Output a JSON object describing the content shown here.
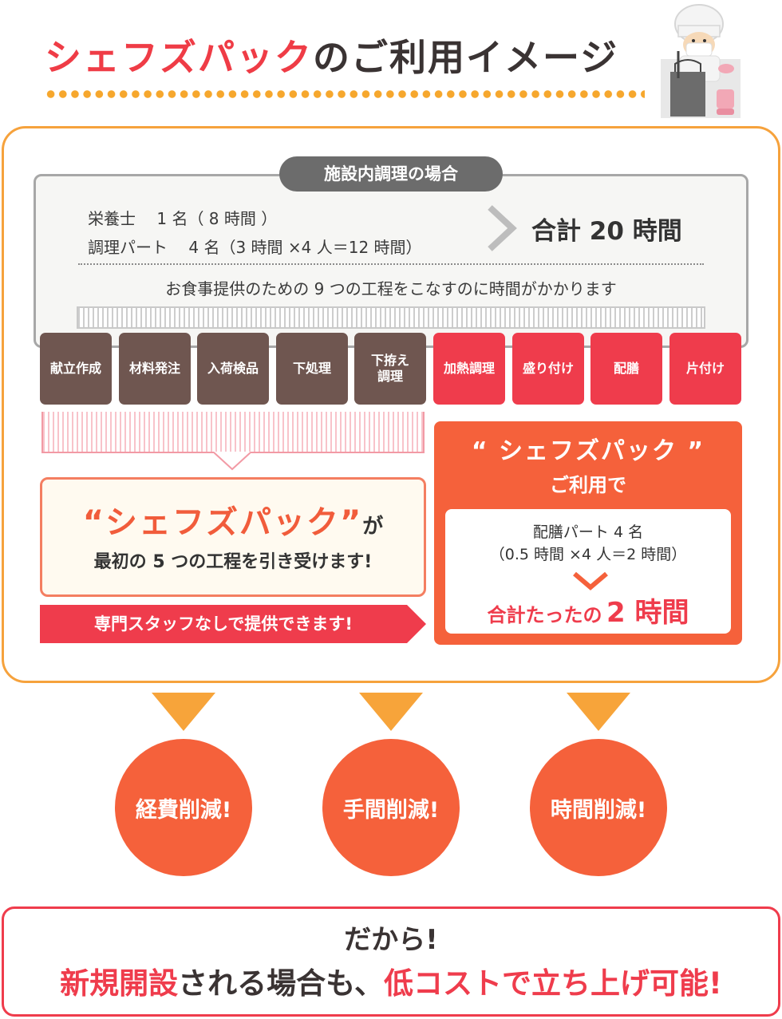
{
  "header": {
    "title_highlight": "シェフズパック",
    "title_rest": "のご利用イメージ"
  },
  "in_house": {
    "label": "施設内調理の場合",
    "staff_line1": "栄養士　 1 名（ 8 時間 ）",
    "staff_line2": "調理パート　 4 名（3 時間 ×4 人＝12 時間）",
    "total": "合計 20 時間",
    "process_note": "お食事提供のための 9 つの工程をこなすのに時間がかかります"
  },
  "steps": [
    {
      "label": "献立作成",
      "kind": "brown"
    },
    {
      "label": "材料発注",
      "kind": "brown"
    },
    {
      "label": "入荷検品",
      "kind": "brown"
    },
    {
      "label": "下処理",
      "kind": "brown"
    },
    {
      "label": "下拵え\n調理",
      "kind": "brown"
    },
    {
      "label": "加熱調理",
      "kind": "red"
    },
    {
      "label": "盛り付け",
      "kind": "red"
    },
    {
      "label": "配膳",
      "kind": "red"
    },
    {
      "label": "片付け",
      "kind": "red"
    }
  ],
  "takeover": {
    "quote": "“シェフズパック”",
    "particle": "が",
    "line2": "最初の 5 つの工程を引き受けます!"
  },
  "banner": {
    "text": "専門スタッフなしで提供できます!"
  },
  "chefs_pack": {
    "title": "“ シェフズパック ”",
    "subtitle": "ご利用で",
    "staff_line1": "配膳パート 4 名",
    "staff_line2": "（0.5 時間 ×4 人＝2 時間）",
    "total_prefix": "合計たったの",
    "total_value": "2 時間"
  },
  "benefits": [
    "経費削減!",
    "手間削減!",
    "時間削減!"
  ],
  "conclusion": {
    "line1": "だから!",
    "part1": "新規開設",
    "part2": "される場合も、",
    "part3": "低コストで立ち上げ可能!"
  },
  "colors": {
    "accent_red": "#ef3c46",
    "accent_orange": "#f5613b",
    "frame_orange": "#f6a23c",
    "step_brown": "#6f5650",
    "dots_yellow": "#f6a72d"
  },
  "icons": {
    "chef": "chef-illustration",
    "chevron_right": "chevron-right-icon",
    "chevron_down": "chevron-down-icon",
    "triangle_down": "triangle-down-icon"
  }
}
